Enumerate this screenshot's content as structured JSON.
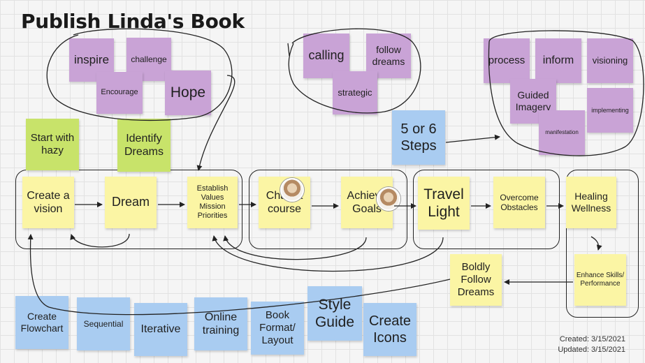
{
  "title": "Publish Linda's Book",
  "notes": {
    "inspire": "inspire",
    "challenge": "challenge",
    "encourage": "Encourage",
    "hope": "Hope",
    "calling": "calling",
    "follow_dreams": "follow dreams",
    "strategic": "strategic",
    "process": "process",
    "inform": "inform",
    "visioning": "visioning",
    "guided_imagery": "Guided Imagery",
    "implementing": "implementing",
    "manifestation": "manifestation",
    "start_with_hazy": "Start with hazy",
    "identify_dreams": "Identify Dreams",
    "five_or_six_steps": "5 or 6 Steps",
    "create_a_vision": "Create a vision",
    "dream": "Dream",
    "establish_values": "Establish Values Mission Priorities",
    "chart_a_course": "Chart a course",
    "achieve_goals": "Achieve Goals",
    "travel_light": "Travel Light",
    "overcome_obstacles": "Overcome Obstacles",
    "healing_wellness": "Healing Wellness",
    "enhance_skills": "Enhance Skills/ Performance",
    "boldly_follow_dreams": "Boldly Follow Dreams",
    "create_flowchart": "Create Flowchart",
    "sequential": "Sequential",
    "iterative": "Iterative",
    "online_training": "Online training",
    "book_format": "Book Format/ Layout",
    "style_guide": "Style Guide",
    "create_icons": "Create Icons"
  },
  "created": "Created: 3/15/2021",
  "updated": "Updated: 3/15/2021",
  "colors": {
    "purple": "#c9a3d6",
    "yellow": "#fbf5a4",
    "green": "#c8e36a",
    "blue": "#a9ccf1",
    "ink": "#222222"
  }
}
